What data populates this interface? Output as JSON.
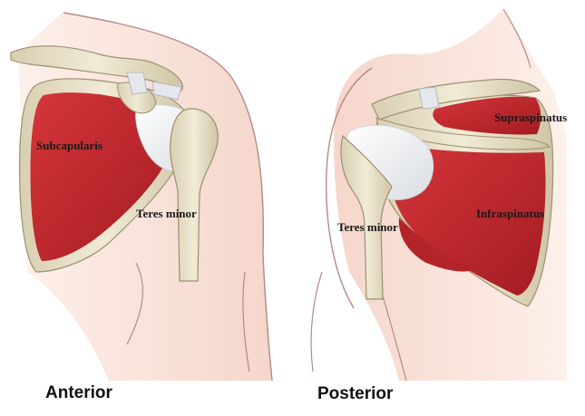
{
  "views": {
    "anterior": {
      "title": "Anterior",
      "labels": {
        "subscapularis": "Subcapularis",
        "teres_minor": "Teres minor"
      }
    },
    "posterior": {
      "title": "Posterior",
      "labels": {
        "supraspinatus": "Supraspinatus",
        "infraspinatus": "Infraspinatus",
        "teres_minor": "Teres minor"
      }
    }
  },
  "colors": {
    "skin": "#f8e1d7",
    "skin_outline": "#b48a86",
    "bone": "#e9e2c8",
    "bone_outline": "#9c9070",
    "muscle": "#c1272d",
    "muscle_dark": "#8e1a1e",
    "tendon": "#f2f4f6"
  }
}
